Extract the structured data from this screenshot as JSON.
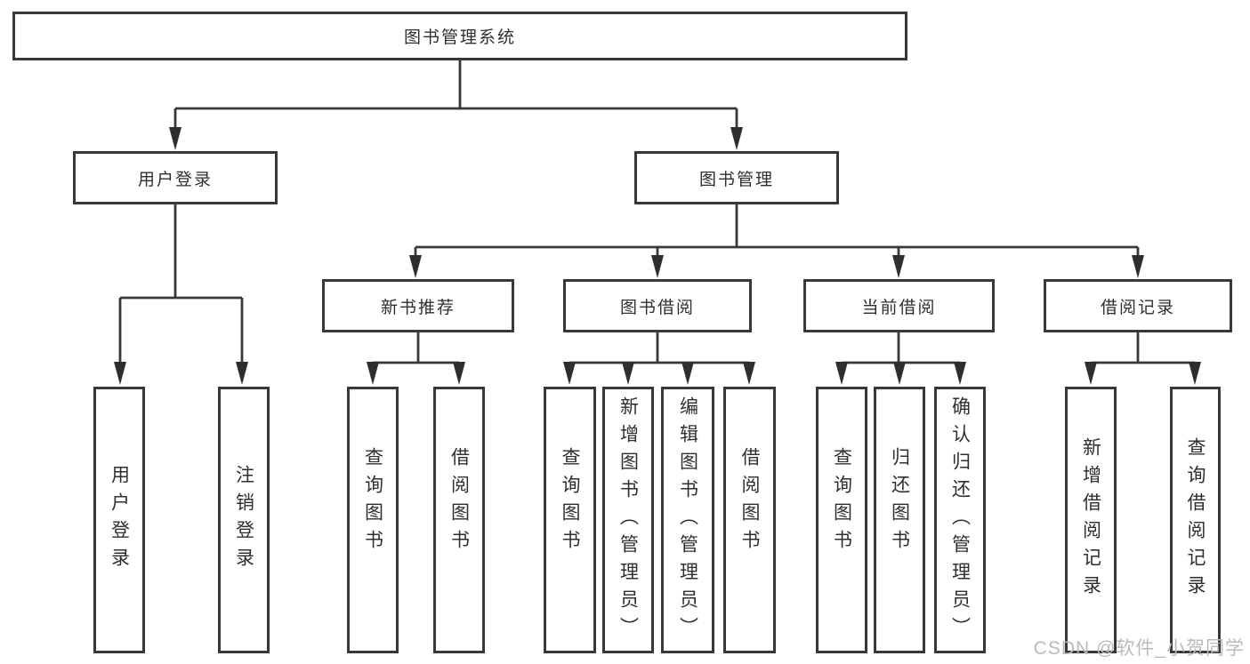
{
  "nodes": {
    "root": "图书管理系统",
    "user_login": "用户登录",
    "book_mgmt": "图书管理",
    "new_books": "新书推荐",
    "borrowing": "图书借阅",
    "current": "当前借阅",
    "records": "借阅记录",
    "ul_login": "用户登录",
    "ul_logout": "注销登录",
    "nb_query": "查询图书",
    "nb_borrow": "借阅图书",
    "bb_query": "查询图书",
    "bb_add": "新增图书（管理员）",
    "bb_edit": "编辑图书（管理员）",
    "bb_borrow": "借阅图书",
    "cb_query": "查询图书",
    "cb_return": "归还图书",
    "cb_confirm": "确认归还（管理员）",
    "br_add": "新增借阅记录",
    "br_query": "查询借阅记录"
  },
  "watermark": "CSDN @软件_小贺同学",
  "colors": {
    "line": "#383838",
    "text": "#2f2f2f",
    "watermark": "#b7bac0"
  }
}
